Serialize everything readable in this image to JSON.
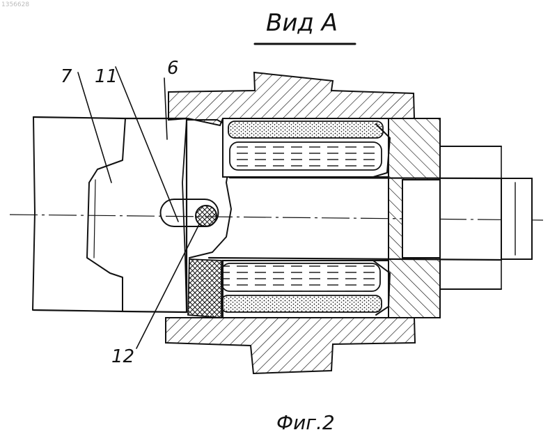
{
  "corner_id": "1356628",
  "view_label": "Вид А",
  "figure_caption": "Фиг.2",
  "callouts": {
    "part_7": "7",
    "part_11": "11",
    "part_6": "6",
    "part_12": "12"
  },
  "colors": {
    "ink": "#111111",
    "paper": "#ffffff"
  }
}
